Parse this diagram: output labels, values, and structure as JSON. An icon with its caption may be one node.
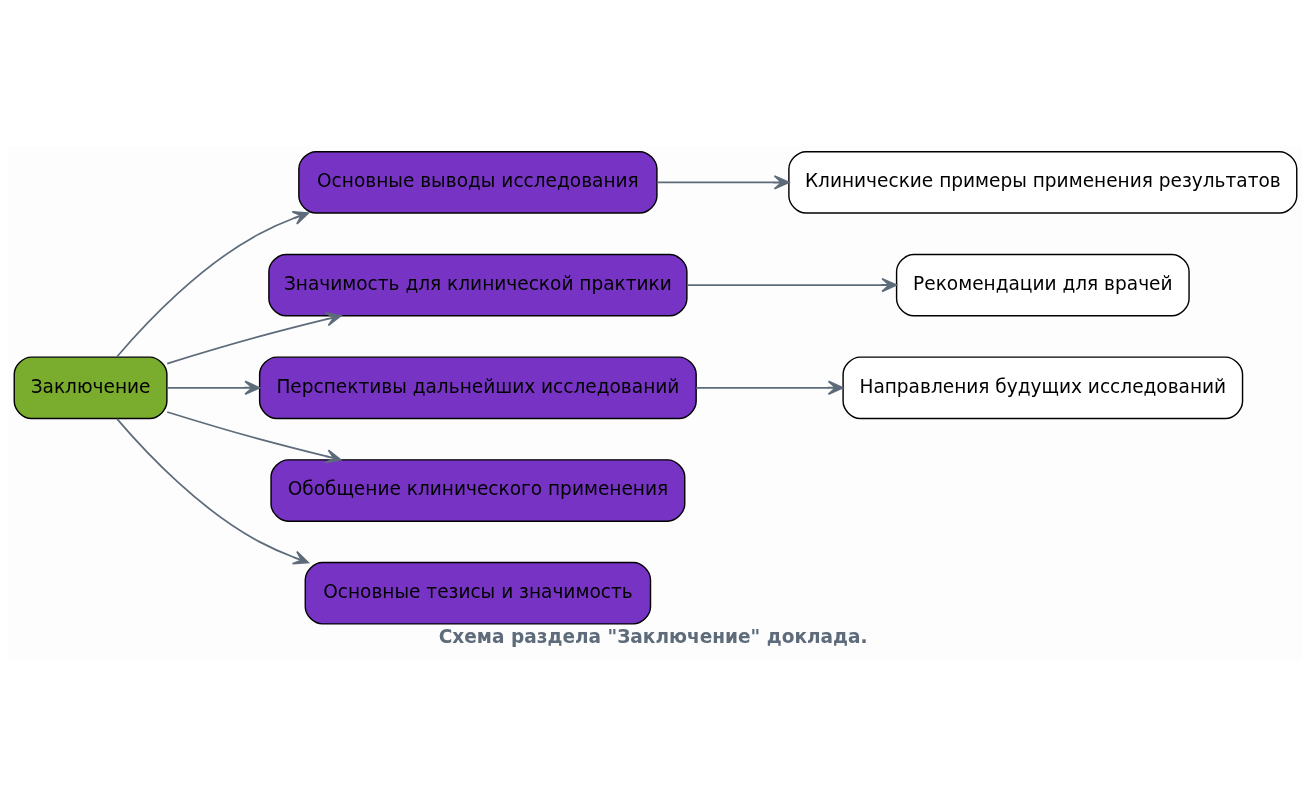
{
  "diagram": {
    "caption": "Схема раздела \"Заключение\" доклада.",
    "nodes": [
      {
        "text": [
          "Заключение"
        ]
      },
      {
        "text": [
          "Основные выводы исследования"
        ]
      },
      {
        "text": [
          "Значимость для клинической практики"
        ]
      },
      {
        "text": [
          "Перспективы дальнейших исследований"
        ]
      },
      {
        "text": [
          "Обобщение клинического применения"
        ]
      },
      {
        "text": [
          "Основные тезисы и значимость"
        ]
      },
      {
        "text": [
          "Клинические примеры применения результатов"
        ]
      },
      {
        "text": [
          "Рекомендации для врачей"
        ]
      },
      {
        "text": [
          "Направления будущих исследований"
        ]
      }
    ],
    "edges": [
      {
        "from": 0,
        "to": 1,
        "arrow": "to"
      },
      {
        "from": 0,
        "to": 2,
        "arrow": "to"
      },
      {
        "from": 0,
        "to": 3,
        "arrow": "to"
      },
      {
        "from": 0,
        "to": 4,
        "arrow": "to"
      },
      {
        "from": 0,
        "to": 5,
        "arrow": "to"
      },
      {
        "from": 1,
        "to": 6,
        "arrow": "to"
      },
      {
        "from": 2,
        "to": 7,
        "arrow": "to"
      },
      {
        "from": 3,
        "to": 8,
        "arrow": "to"
      }
    ]
  }
}
